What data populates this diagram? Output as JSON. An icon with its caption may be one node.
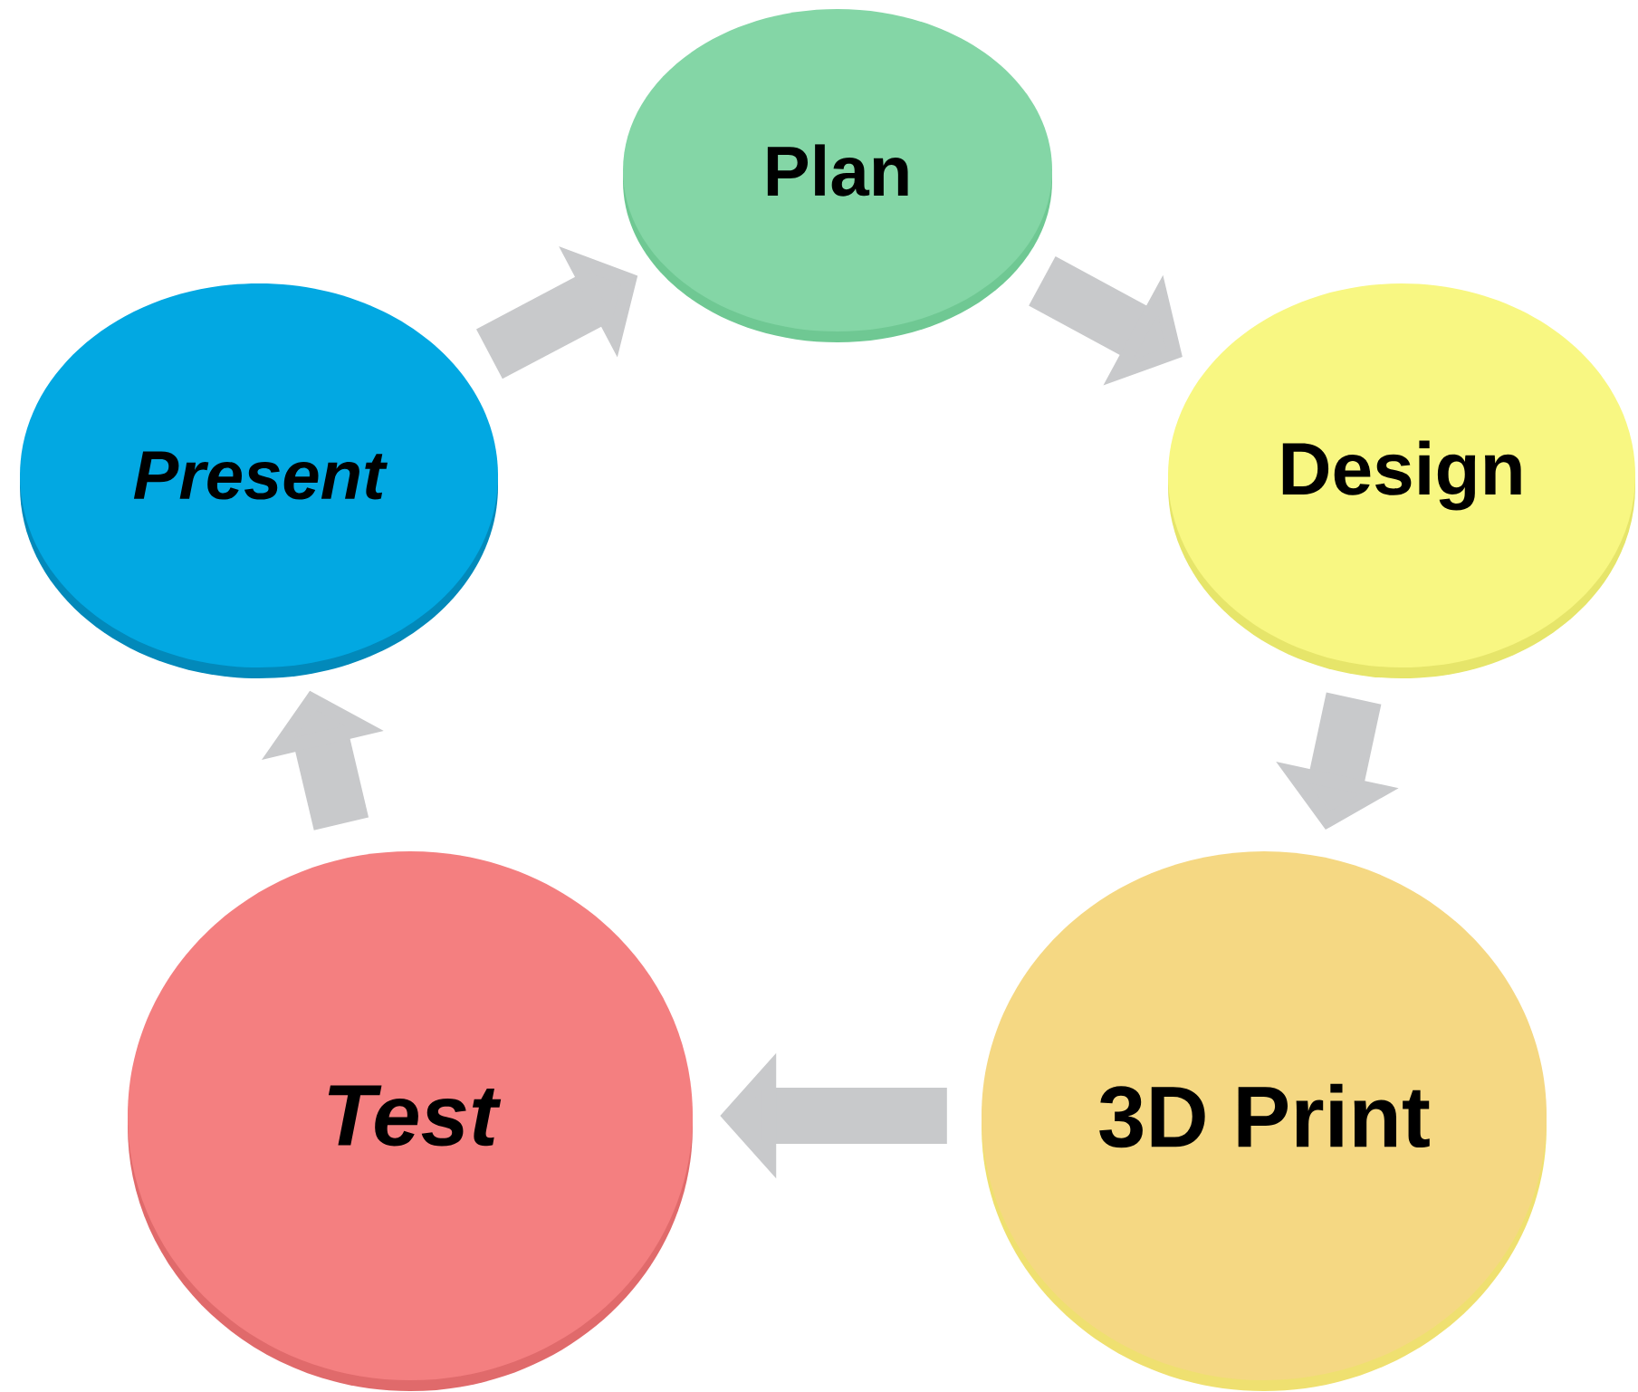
{
  "diagram": {
    "nodes": [
      {
        "text": [
          "Plan"
        ]
      },
      {
        "text": [
          "Design"
        ]
      },
      {
        "text": [
          "3D Print"
        ]
      },
      {
        "text": [
          "Test"
        ]
      },
      {
        "text": [
          "Present"
        ]
      }
    ],
    "edges": [
      {
        "from": 0,
        "to": 1,
        "arrow": "to"
      },
      {
        "from": 1,
        "to": 2,
        "arrow": "to"
      },
      {
        "from": 2,
        "to": 3,
        "arrow": "to"
      },
      {
        "from": 3,
        "to": 4,
        "arrow": "to"
      },
      {
        "from": 4,
        "to": 0,
        "arrow": "to"
      }
    ]
  }
}
